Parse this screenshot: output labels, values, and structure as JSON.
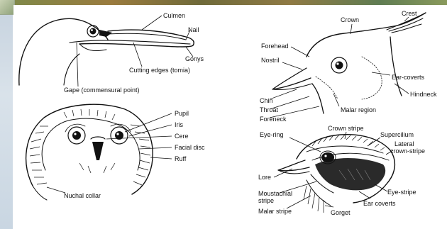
{
  "colors": {
    "ink": "#111111",
    "panel_background": "#ffffff",
    "side_bar": "#c9d6e2",
    "top_strip": "#8f7a44"
  },
  "diagrams": {
    "gull_head": {
      "culmen": "Culmen",
      "nail": "Nail",
      "gonys": "Gonys",
      "cutting_edges": "Cutting edges (tomia)",
      "gape": "Gape (commensural point)"
    },
    "crested_head": {
      "crown": "Crown",
      "crest": "Crest",
      "forehead": "Forehead",
      "nostril": "Nostril",
      "ear_coverts": "Ear-coverts",
      "hindneck": "Hindneck",
      "chin": "Chin",
      "throat": "Throat",
      "foreneck": "Foreneck",
      "malar_region": "Malar region"
    },
    "owl_head": {
      "pupil": "Pupil",
      "iris": "Iris",
      "cere": "Cere",
      "facial_disc": "Facial disc",
      "ruff": "Ruff",
      "nuchal_collar": "Nuchal collar"
    },
    "sparrow_head": {
      "crown_stripe": "Crown stripe",
      "eye_ring": "Eye-ring",
      "supercilium": "Supercilium",
      "lateral_crown_stripe_1": "Lateral",
      "lateral_crown_stripe_2": "crown-stripe",
      "lore": "Lore",
      "eye_stripe": "Eye-stripe",
      "moustachial_1": "Moustachial",
      "moustachial_2": "stripe",
      "ear_coverts": "Ear coverts",
      "malar_stripe": "Malar stripe",
      "gorget": "Gorget"
    }
  }
}
